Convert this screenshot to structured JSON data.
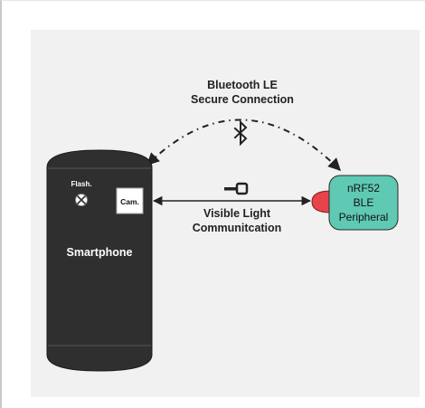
{
  "diagram": {
    "ble_label_line1": "Bluetooth LE",
    "ble_label_line2": "Secure Connection",
    "vlc_label_line1": "Visible Light",
    "vlc_label_line2": "Communitcation",
    "phone_label": "Smartphone",
    "flash_label": "Flash.",
    "camera_label": "Cam.",
    "peripheral_line1": "nRF52",
    "peripheral_line2": "BLE",
    "peripheral_line3": "Peripheral",
    "icons": [
      "bluetooth-icon",
      "key-icon",
      "flash-led-icon",
      "light-sensor-icon"
    ],
    "colors": {
      "phone_body": "#2f2f2f",
      "peripheral_fill": "#5fc9b4",
      "sensor": "#e8434a",
      "panel": "#f1f1f1"
    }
  }
}
